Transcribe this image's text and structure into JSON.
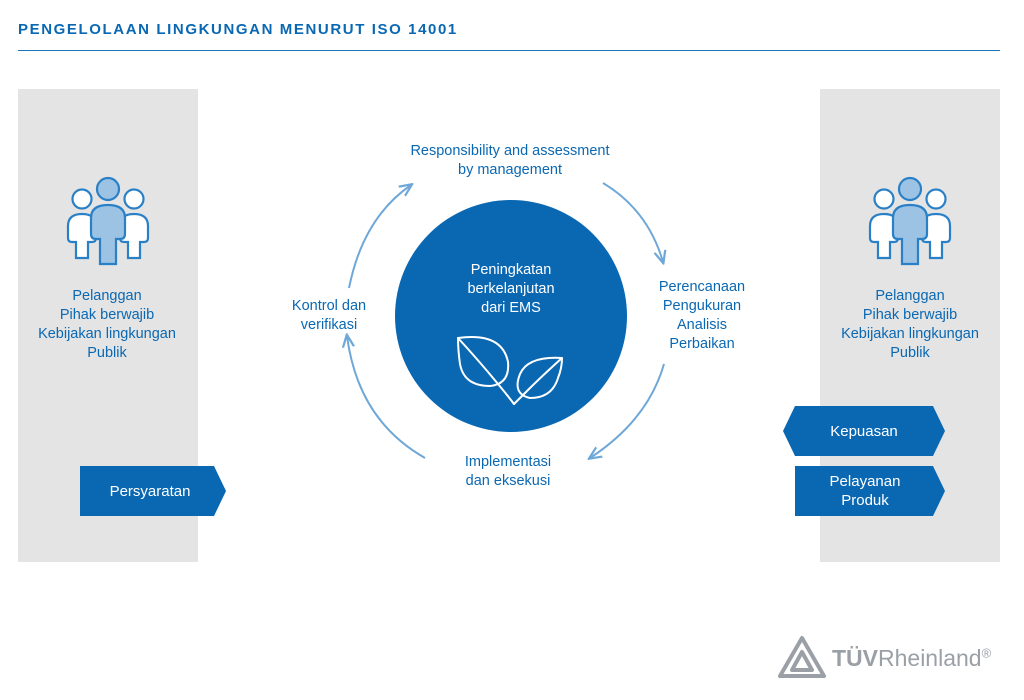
{
  "title": "PENGELOLAAN LINGKUNGAN MENURUT ISO 14001",
  "left_panel": {
    "stakeholders": [
      "Pelanggan",
      "Pihak berwajib",
      "Kebijakan lingkungan",
      "Publik"
    ],
    "requirement_label": "Persyaratan"
  },
  "right_panel": {
    "stakeholders": [
      "Pelanggan",
      "Pihak berwajib",
      "Kebijakan lingkungan",
      "Publik"
    ],
    "output_labels": [
      "Kepuasan",
      "Pelayanan",
      "Produk"
    ]
  },
  "center": {
    "lines": [
      "Peningkatan",
      "berkelanjutan",
      "dari EMS"
    ],
    "icon": "leaves-icon"
  },
  "cycle_steps": {
    "top": [
      "Responsibility and assessment",
      "by management"
    ],
    "right": [
      "Perencanaan",
      "Pengukuran",
      "Analisis",
      "Perbaikan"
    ],
    "bottom": [
      "Implementasi",
      "dan eksekusi"
    ],
    "left": [
      "Kontrol dan",
      "verifikasi"
    ]
  },
  "brand": {
    "logo_text_bold": "TÜV",
    "logo_text_regular": "Rheinland",
    "logo_mark": "®"
  },
  "colors": {
    "primary_blue": "#0a68b3",
    "light_blue": "#9cc3e4",
    "arrow_blue": "#6fa8d8",
    "panel_gray": "#e4e4e4",
    "logo_gray": "#9aa0a6"
  }
}
